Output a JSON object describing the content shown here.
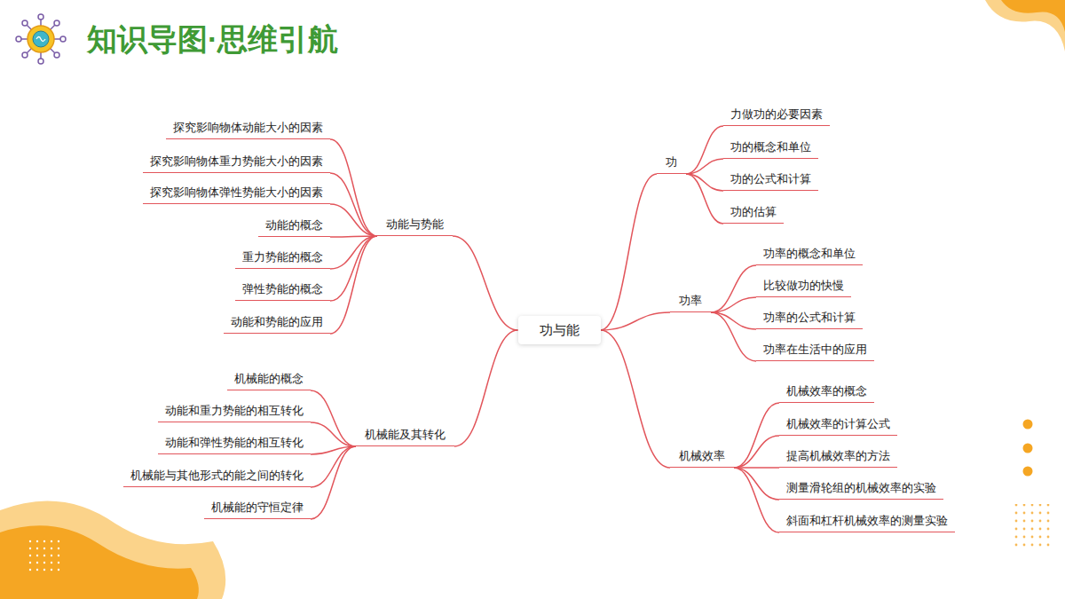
{
  "diagram": {
    "title": "知识导图·思维引航",
    "nodes": [
      {
        "text": [
          "功与能"
        ]
      },
      {
        "text": [
          "动能与势能"
        ]
      },
      {
        "text": [
          "探究影响物体动能大小的因素"
        ]
      },
      {
        "text": [
          "探究影响物体重力势能大小的因素"
        ]
      },
      {
        "text": [
          "探究影响物体弹性势能大小的因素"
        ]
      },
      {
        "text": [
          "动能的概念"
        ]
      },
      {
        "text": [
          "重力势能的概念"
        ]
      },
      {
        "text": [
          "弹性势能的概念"
        ]
      },
      {
        "text": [
          "动能和势能的应用"
        ]
      },
      {
        "text": [
          "机械能及其转化"
        ]
      },
      {
        "text": [
          "机械能的概念"
        ]
      },
      {
        "text": [
          "动能和重力势能的相互转化"
        ]
      },
      {
        "text": [
          "动能和弹性势能的相互转化"
        ]
      },
      {
        "text": [
          "机械能与其他形式的能之间的转化"
        ]
      },
      {
        "text": [
          "机械能的守恒定律"
        ]
      },
      {
        "text": [
          "功"
        ]
      },
      {
        "text": [
          "力做功的必要因素"
        ]
      },
      {
        "text": [
          "功的概念和单位"
        ]
      },
      {
        "text": [
          "功的公式和计算"
        ]
      },
      {
        "text": [
          "功的估算"
        ]
      },
      {
        "text": [
          "功率"
        ]
      },
      {
        "text": [
          "功率的概念和单位"
        ]
      },
      {
        "text": [
          "比较做功的快慢"
        ]
      },
      {
        "text": [
          "功率的公式和计算"
        ]
      },
      {
        "text": [
          "功率在生活中的应用"
        ]
      },
      {
        "text": [
          "机械效率"
        ]
      },
      {
        "text": [
          "机械效率的概念"
        ]
      },
      {
        "text": [
          "机械效率的计算公式"
        ]
      },
      {
        "text": [
          "提高机械效率的方法"
        ]
      },
      {
        "text": [
          "测量滑轮组的机械效率的实验"
        ]
      },
      {
        "text": [
          "斜面和杠杆机械效率的测量实验"
        ]
      }
    ],
    "edges": [
      {
        "from": 0,
        "to": 1,
        "arrow": "none"
      },
      {
        "from": 1,
        "to": 2,
        "arrow": "none"
      },
      {
        "from": 1,
        "to": 3,
        "arrow": "none"
      },
      {
        "from": 1,
        "to": 4,
        "arrow": "none"
      },
      {
        "from": 1,
        "to": 5,
        "arrow": "none"
      },
      {
        "from": 1,
        "to": 6,
        "arrow": "none"
      },
      {
        "from": 1,
        "to": 7,
        "arrow": "none"
      },
      {
        "from": 1,
        "to": 8,
        "arrow": "none"
      },
      {
        "from": 0,
        "to": 9,
        "arrow": "none"
      },
      {
        "from": 9,
        "to": 10,
        "arrow": "none"
      },
      {
        "from": 9,
        "to": 11,
        "arrow": "none"
      },
      {
        "from": 9,
        "to": 12,
        "arrow": "none"
      },
      {
        "from": 9,
        "to": 13,
        "arrow": "none"
      },
      {
        "from": 9,
        "to": 14,
        "arrow": "none"
      },
      {
        "from": 0,
        "to": 15,
        "arrow": "none"
      },
      {
        "from": 15,
        "to": 16,
        "arrow": "none"
      },
      {
        "from": 15,
        "to": 17,
        "arrow": "none"
      },
      {
        "from": 15,
        "to": 18,
        "arrow": "none"
      },
      {
        "from": 15,
        "to": 19,
        "arrow": "none"
      },
      {
        "from": 0,
        "to": 20,
        "arrow": "none"
      },
      {
        "from": 20,
        "to": 21,
        "arrow": "none"
      },
      {
        "from": 20,
        "to": 22,
        "arrow": "none"
      },
      {
        "from": 20,
        "to": 23,
        "arrow": "none"
      },
      {
        "from": 20,
        "to": 24,
        "arrow": "none"
      },
      {
        "from": 0,
        "to": 25,
        "arrow": "none"
      },
      {
        "from": 25,
        "to": 26,
        "arrow": "none"
      },
      {
        "from": 25,
        "to": 27,
        "arrow": "none"
      },
      {
        "from": 25,
        "to": 28,
        "arrow": "none"
      },
      {
        "from": 25,
        "to": 29,
        "arrow": "none"
      },
      {
        "from": 25,
        "to": 30,
        "arrow": "none"
      }
    ]
  }
}
